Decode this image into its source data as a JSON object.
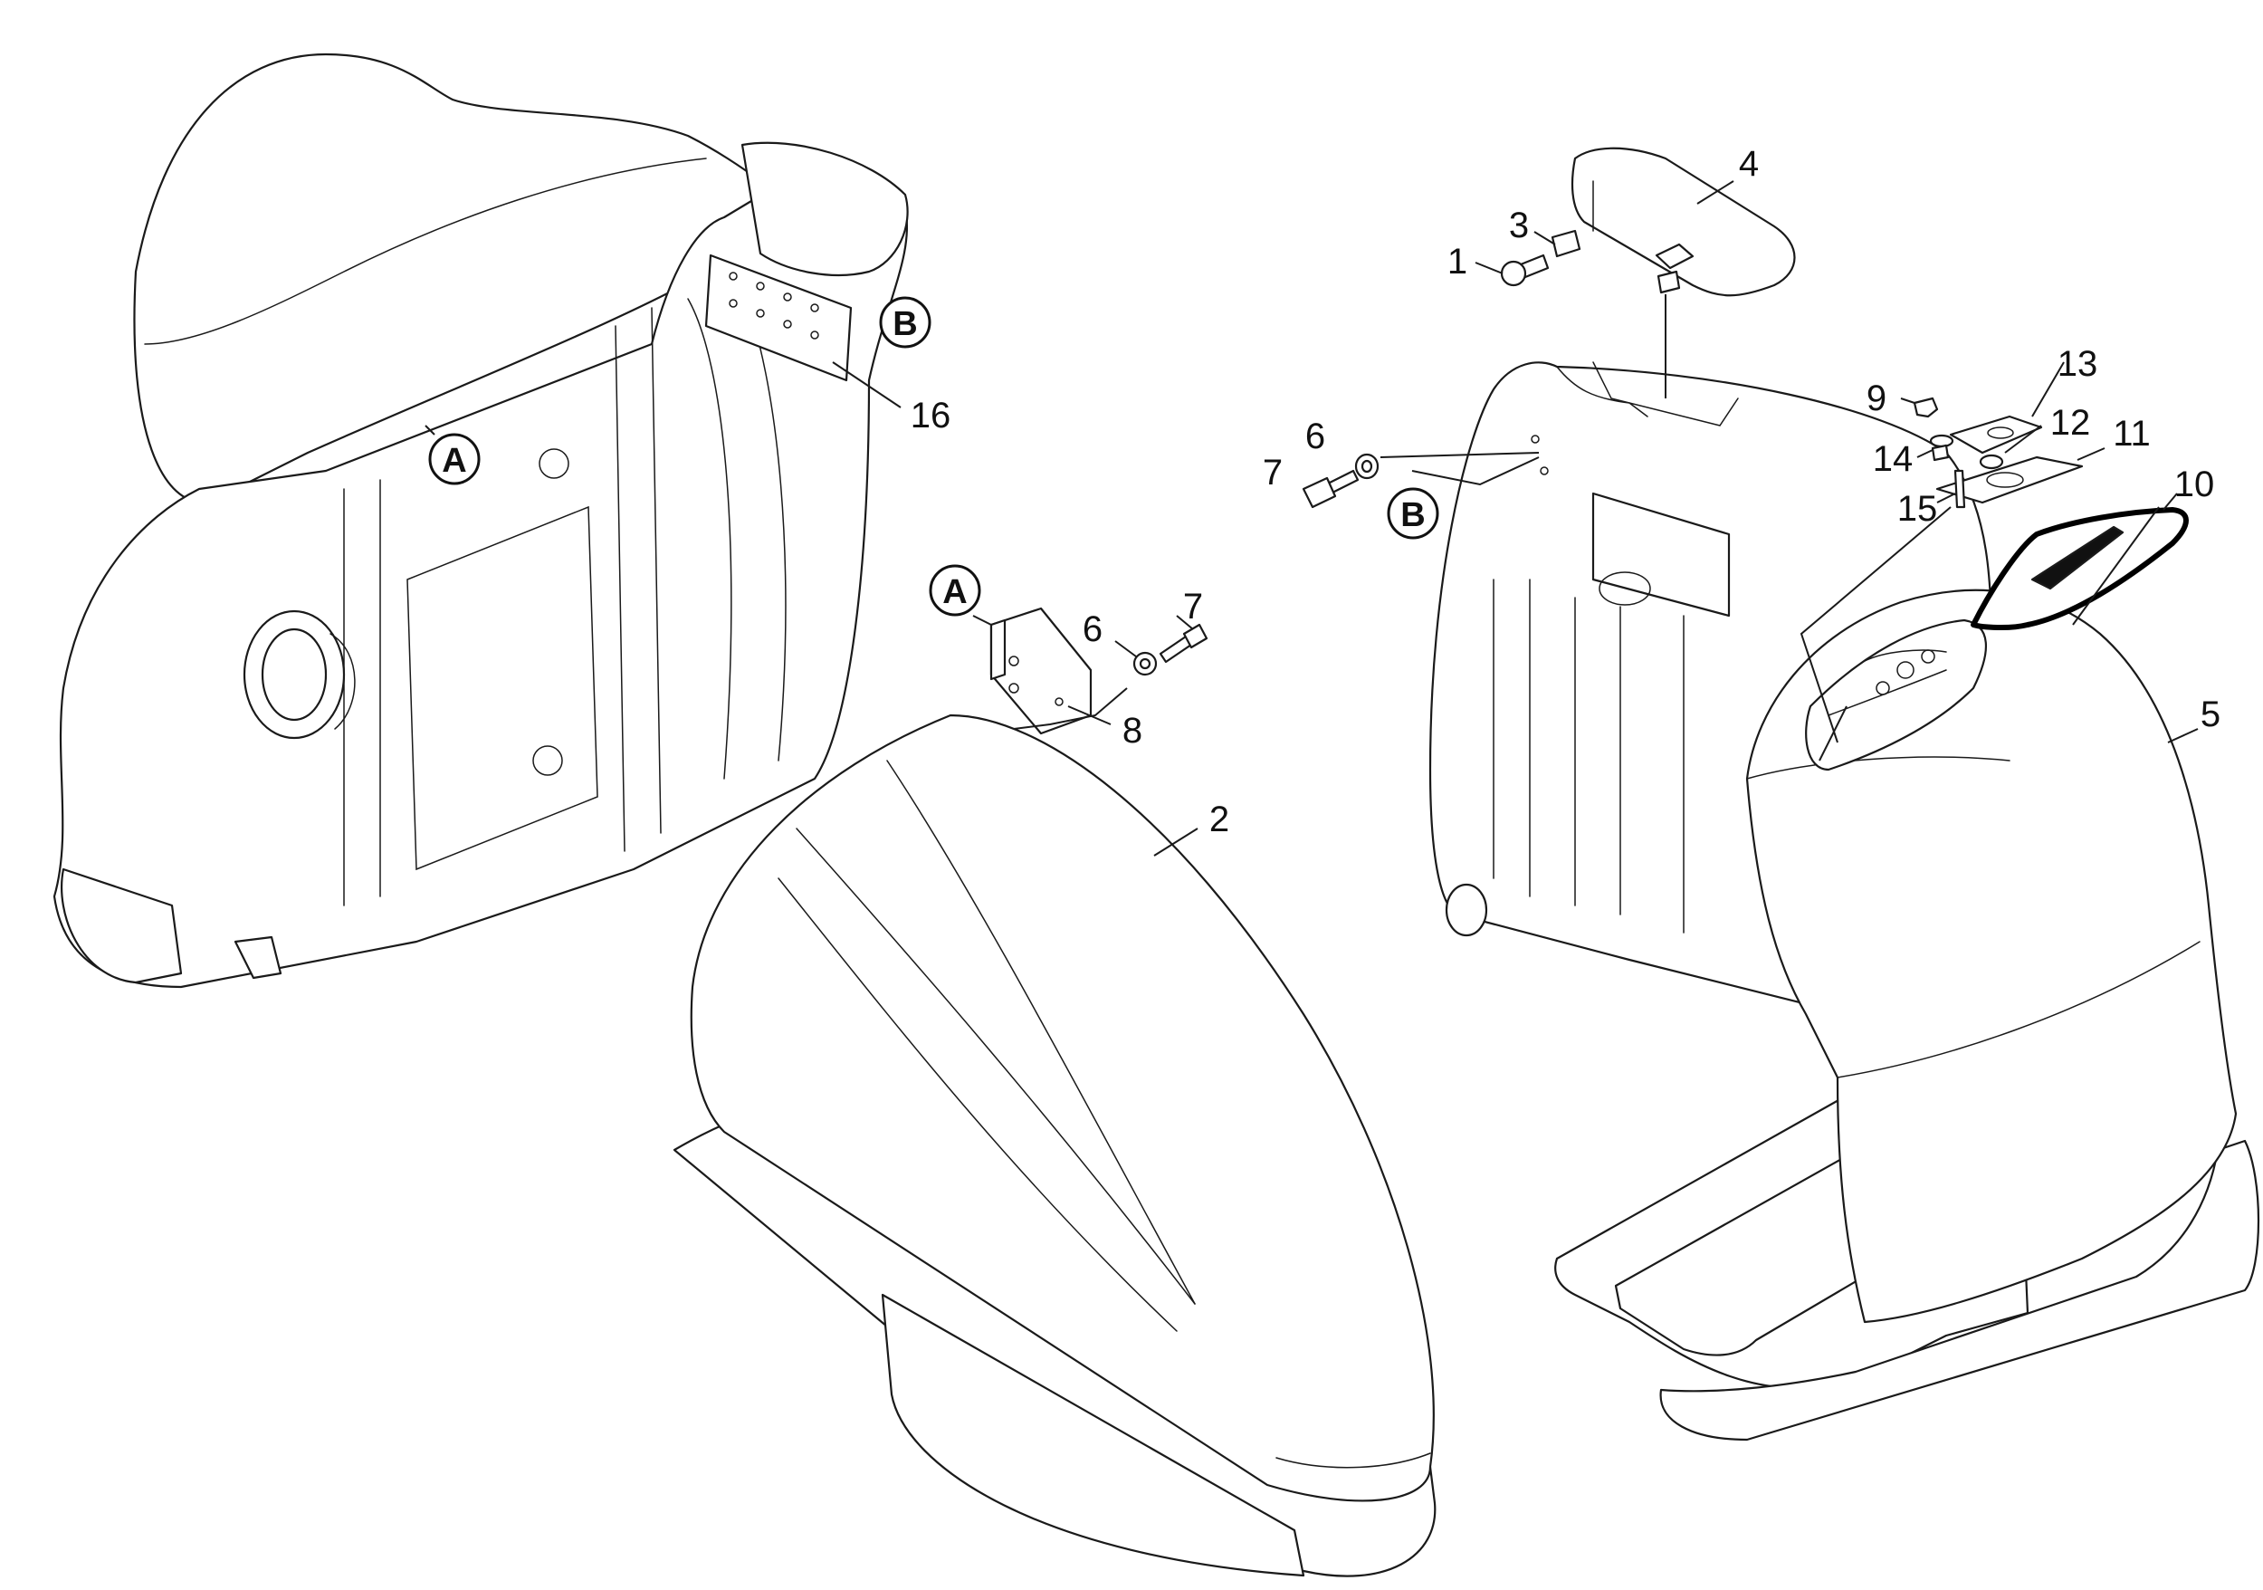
{
  "callouts": [
    {
      "id": "c1",
      "label": "1"
    },
    {
      "id": "c2",
      "label": "2"
    },
    {
      "id": "c3",
      "label": "3"
    },
    {
      "id": "c4",
      "label": "4"
    },
    {
      "id": "c5",
      "label": "5"
    },
    {
      "id": "c6a",
      "label": "6"
    },
    {
      "id": "c6b",
      "label": "6"
    },
    {
      "id": "c7a",
      "label": "7"
    },
    {
      "id": "c7b",
      "label": "7"
    },
    {
      "id": "c8",
      "label": "8"
    },
    {
      "id": "c9",
      "label": "9"
    },
    {
      "id": "c10",
      "label": "10"
    },
    {
      "id": "c11",
      "label": "11"
    },
    {
      "id": "c12",
      "label": "12"
    },
    {
      "id": "c13",
      "label": "13"
    },
    {
      "id": "c14",
      "label": "14"
    },
    {
      "id": "c15",
      "label": "15"
    },
    {
      "id": "c16",
      "label": "16"
    }
  ],
  "reference_markers": {
    "A": "A",
    "B": "B"
  }
}
